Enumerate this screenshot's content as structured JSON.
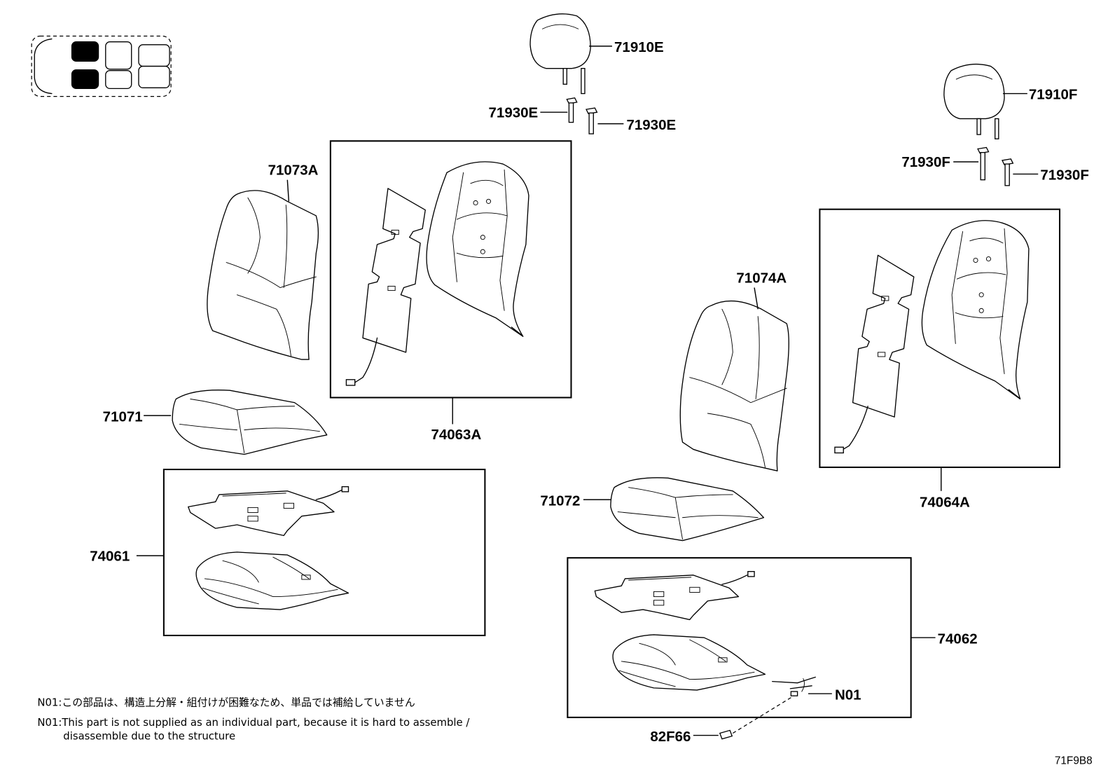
{
  "parts": {
    "headrest_e": "71910E",
    "support_e_left": "71930E",
    "support_e_right": "71930E",
    "headrest_f": "71910F",
    "support_f_left": "71930F",
    "support_f_right": "71930F",
    "back_cover_left": "71073A",
    "back_assembly_left": "74063A",
    "cushion_cover_left": "71071",
    "cushion_assembly_left": "74061",
    "back_cover_right": "71074A",
    "back_assembly_right": "74064A",
    "cushion_cover_right": "71072",
    "cushion_assembly_right": "74062",
    "n01": "N01",
    "part_82f66": "82F66"
  },
  "notes": {
    "jp": "N01:この部品は、構造上分解・組付けが困難なため、単品では補給していません",
    "en_line1": "N01:This part is not supplied as an individual part, because it is hard to assemble /",
    "en_line2": "disassemble due to the structure"
  },
  "figure_code": "71F9B8",
  "colors": {
    "line": "#000000",
    "background": "#ffffff",
    "selected_seat": "#000000"
  }
}
